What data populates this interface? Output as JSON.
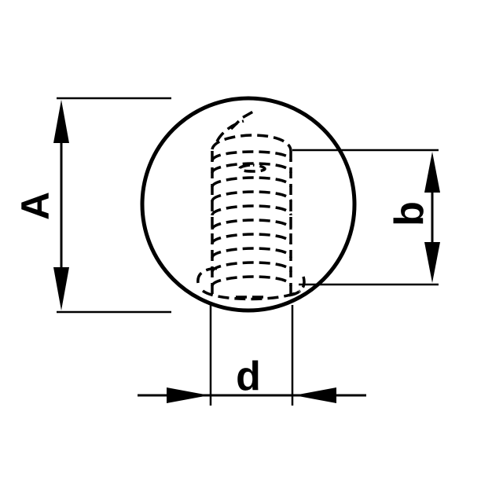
{
  "labels": {
    "height_total": "A",
    "thread_depth": "b",
    "thread_diameter": "d"
  },
  "colors": {
    "ink": "#000000",
    "background": "#ffffff"
  }
}
